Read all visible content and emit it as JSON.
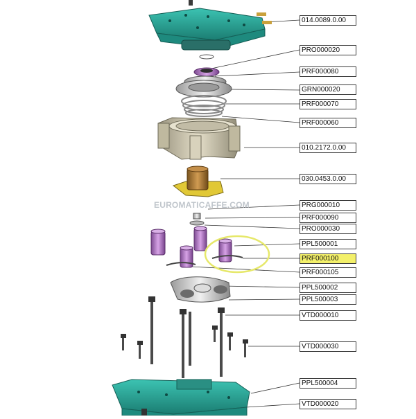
{
  "watermark": "EUROMATICAFFE.COM",
  "colors": {
    "teal": "#2aa89a",
    "teal_dark": "#1b7d72",
    "beige": "#cfc9b4",
    "purple": "#b47ac8",
    "brass": "#b0803a",
    "steel": "#4a4a4a",
    "highlight_label": "#f3f06a",
    "highlight_circle": "#e6e86a"
  },
  "labels": [
    {
      "name": "label-014-0089-0-00",
      "text": "014.0089.0.00"
    },
    {
      "name": "label-pro000020",
      "text": "PRO000020"
    },
    {
      "name": "label-prf000080",
      "text": "PRF000080"
    },
    {
      "name": "label-grn000020",
      "text": "GRN000020"
    },
    {
      "name": "label-prf000070",
      "text": "PRF000070"
    },
    {
      "name": "label-prf000060",
      "text": "PRF000060"
    },
    {
      "name": "label-010-2172-0-00",
      "text": "010.2172.0.00"
    },
    {
      "name": "label-030-0453-0-00",
      "text": "030.0453.0.00"
    },
    {
      "name": "label-prg000010",
      "text": "PRG000010"
    },
    {
      "name": "label-prf000090",
      "text": "PRF000090"
    },
    {
      "name": "label-pro000030",
      "text": "PRO000030"
    },
    {
      "name": "label-ppl500001",
      "text": "PPL500001"
    },
    {
      "name": "label-prf000100",
      "text": "PRF000100"
    },
    {
      "name": "label-prf000105",
      "text": "PRF000105"
    },
    {
      "name": "label-ppl500002",
      "text": "PPL500002"
    },
    {
      "name": "label-ppl500003",
      "text": "PPL500003"
    },
    {
      "name": "label-vtd000010",
      "text": "VTD000010"
    },
    {
      "name": "label-vtd000030",
      "text": "VTD000030"
    },
    {
      "name": "label-ppl500004",
      "text": "PPL500004"
    },
    {
      "name": "label-vtd000020",
      "text": "VTD000020"
    }
  ]
}
